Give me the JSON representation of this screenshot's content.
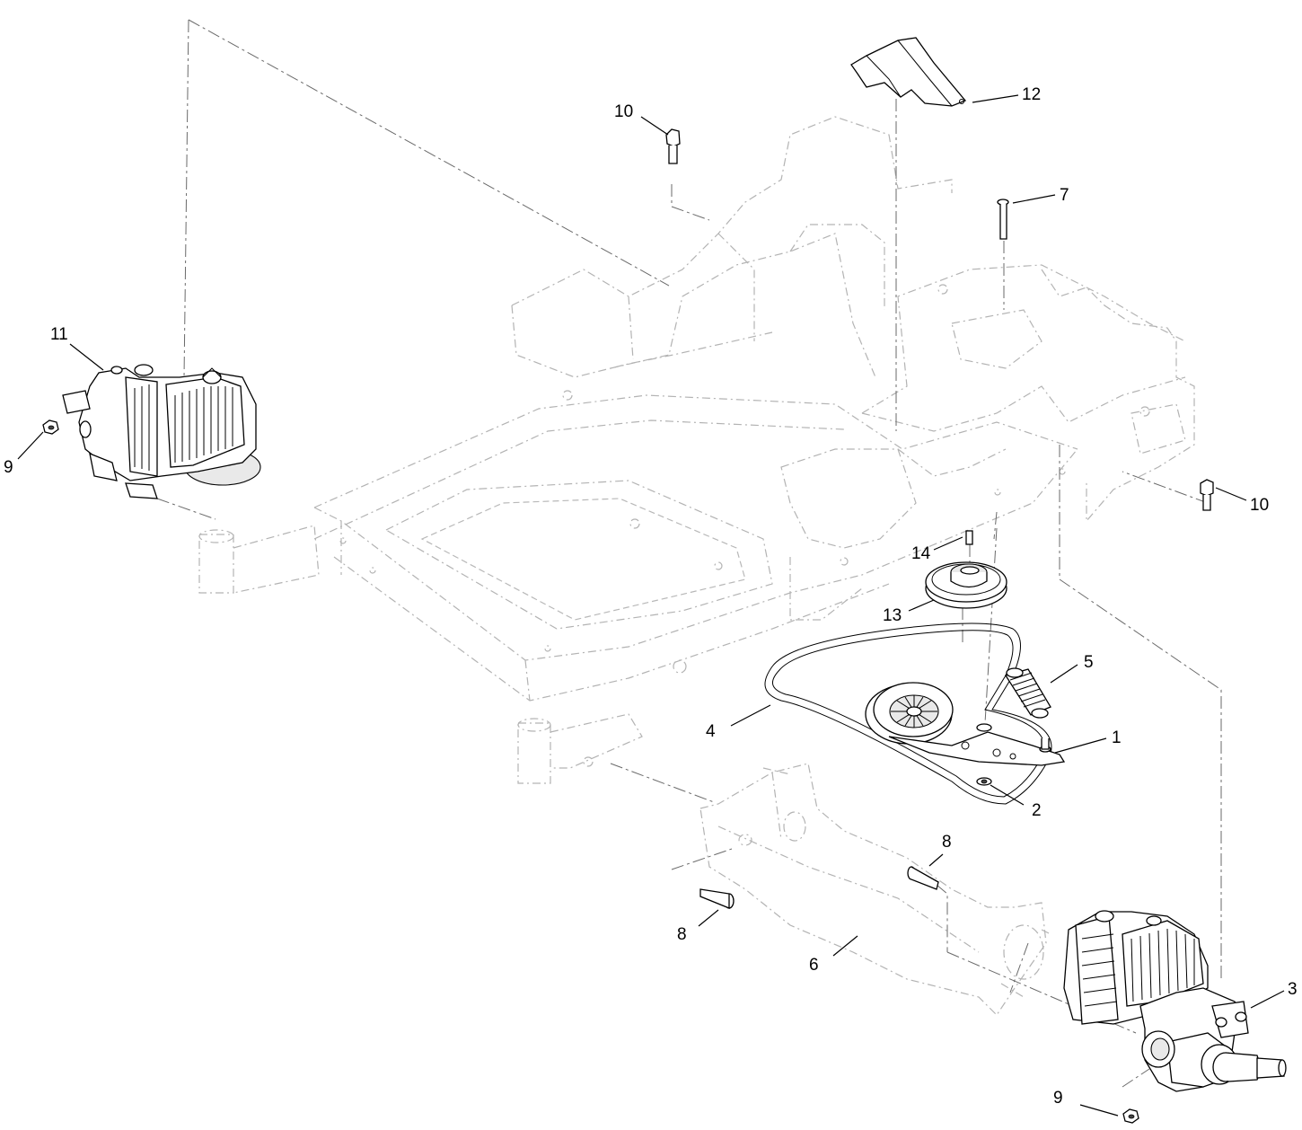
{
  "callouts": {
    "c1": "1",
    "c2": "2",
    "c3": "3",
    "c4": "4",
    "c5": "5",
    "c6": "6",
    "c7": "7",
    "c8a": "8",
    "c8b": "8",
    "c9a": "9",
    "c9b": "9",
    "c10a": "10",
    "c10b": "10",
    "c11": "11",
    "c12": "12",
    "c13": "13",
    "c14": "14"
  },
  "colors": {
    "line": "#000000",
    "ghost_frame": "#b3b3b3",
    "background": "#ffffff"
  }
}
